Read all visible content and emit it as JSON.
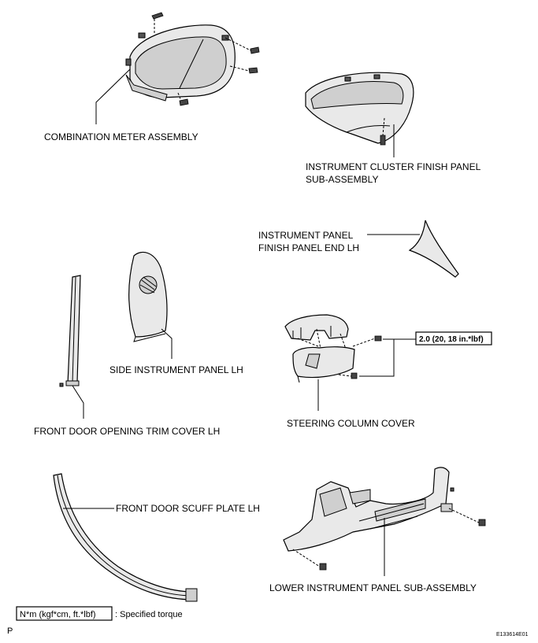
{
  "labels": {
    "combination_meter": "COMBINATION METER ASSEMBLY",
    "cluster_finish_line1": "INSTRUMENT CLUSTER FINISH PANEL",
    "cluster_finish_line2": "SUB-ASSEMBLY",
    "panel_end_line1": "INSTRUMENT PANEL",
    "panel_end_line2": "FINISH PANEL END LH",
    "side_panel": "SIDE INSTRUMENT PANEL LH",
    "steering_cover": "STEERING COLUMN COVER",
    "trim_cover": "FRONT DOOR OPENING TRIM COVER LH",
    "scuff_plate": "FRONT DOOR SCUFF PLATE LH",
    "lower_panel": "LOWER INSTRUMENT PANEL SUB-ASSEMBLY"
  },
  "torque_spec": "2.0 (20, 18 in.*lbf)",
  "legend": {
    "unit": "N*m (kgf*cm, ft.*lbf)",
    "description": ": Specified torque"
  },
  "corner_marks": {
    "bottom_left": "P",
    "figure_id": "E133614E01"
  }
}
